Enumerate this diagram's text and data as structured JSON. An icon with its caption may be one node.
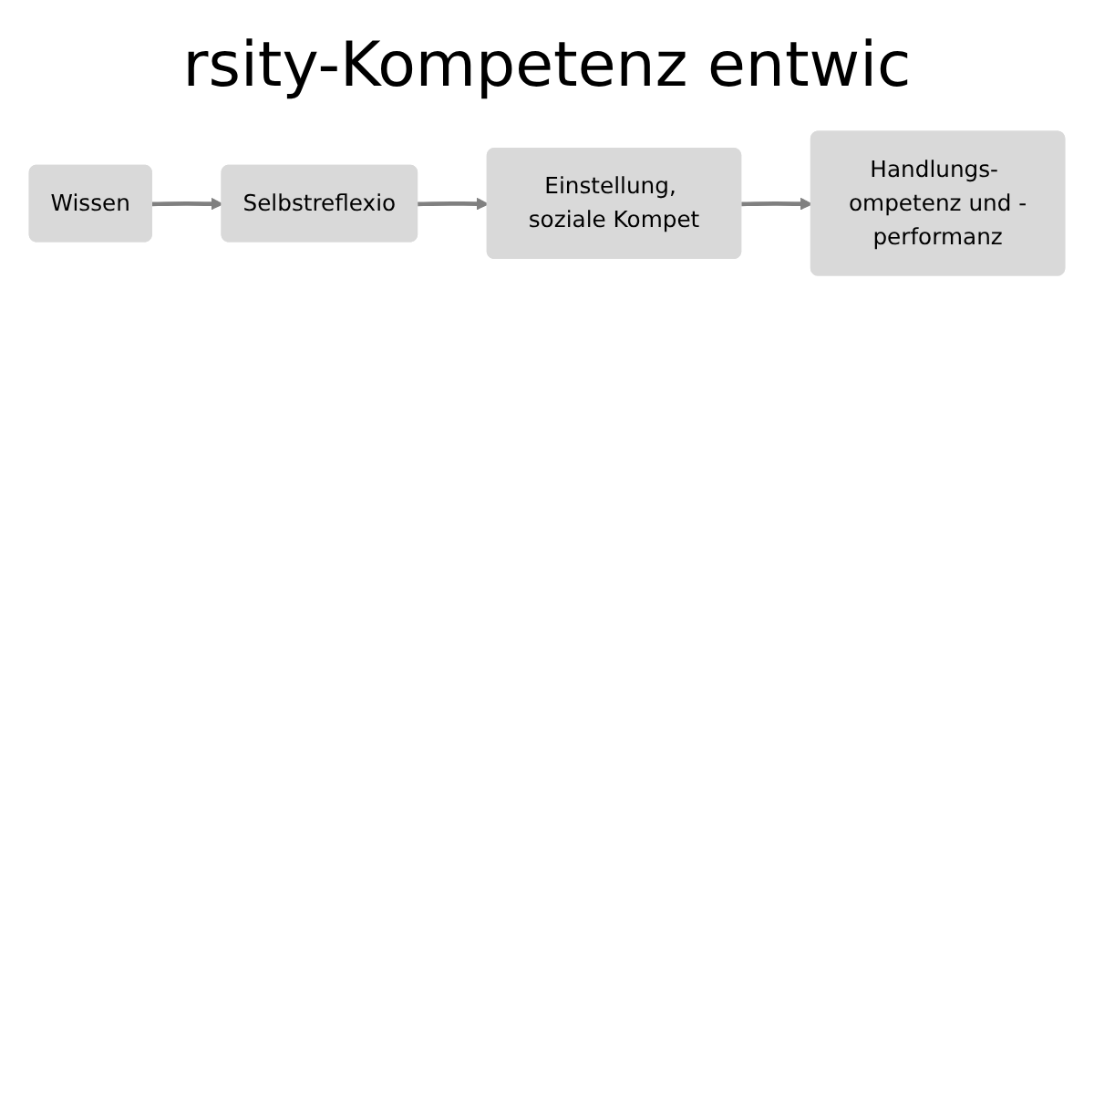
{
  "diagram": {
    "title": "rsity-Kompetenz entwic",
    "nodes": [
      {
        "text": [
          "Wissen"
        ]
      },
      {
        "text": [
          "Selbstreflexio"
        ]
      },
      {
        "text": [
          "Einstellung, soziale Kompet"
        ]
      },
      {
        "text": [
          "Handlungs- ompetenz und -performanz"
        ]
      }
    ],
    "edges": [
      {
        "from": 0,
        "to": 1,
        "arrow": "to"
      },
      {
        "from": 1,
        "to": 2,
        "arrow": "to"
      },
      {
        "from": 2,
        "to": 3,
        "arrow": "to"
      }
    ]
  }
}
